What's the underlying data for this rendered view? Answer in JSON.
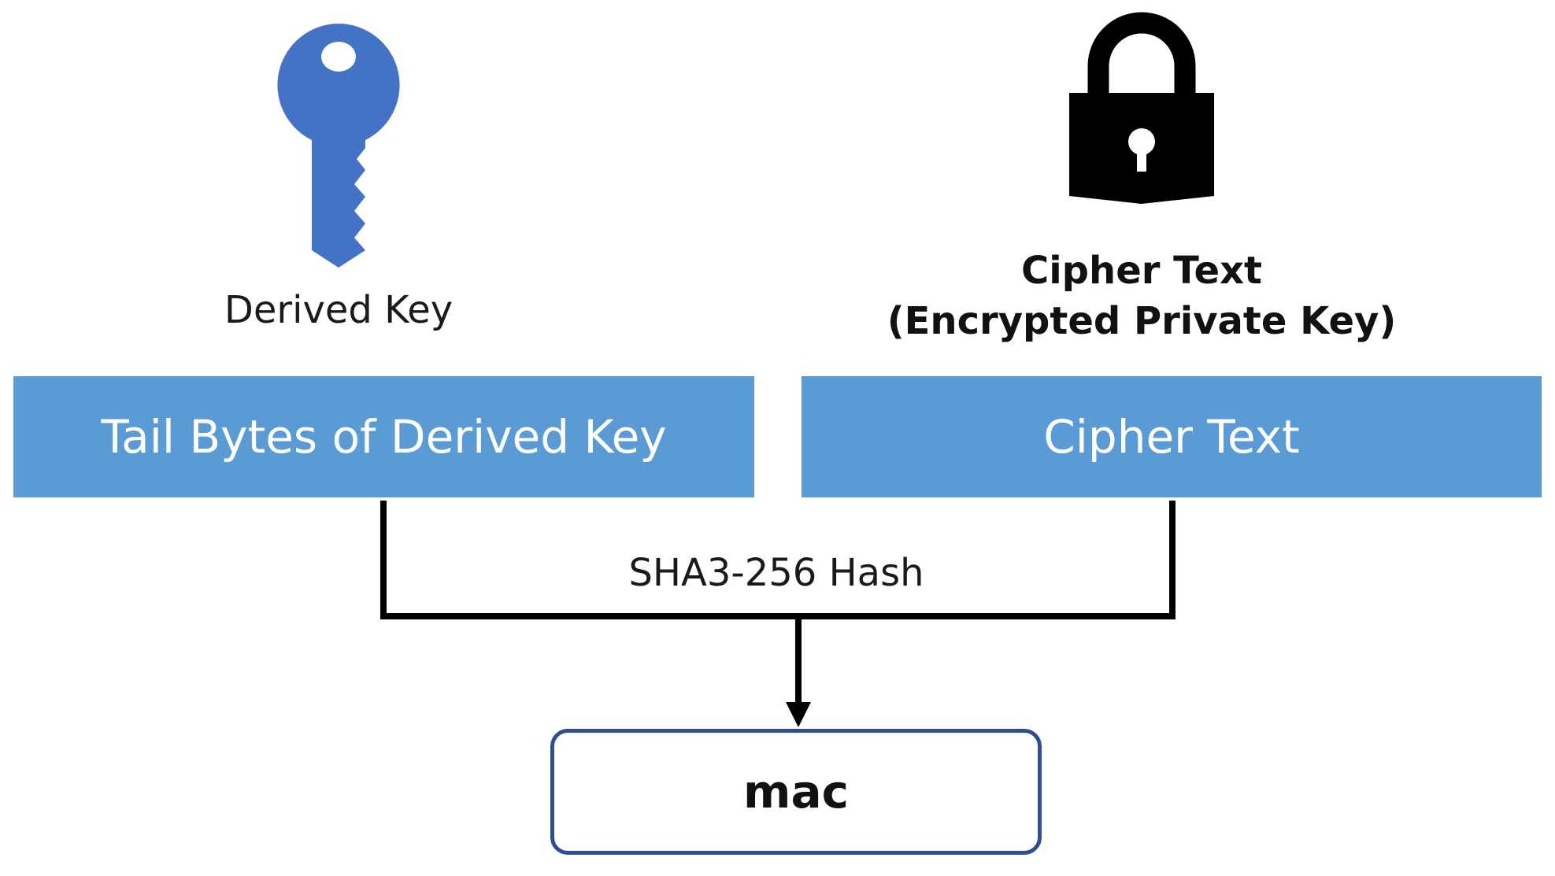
{
  "colors": {
    "key_icon": "#4472c4",
    "lock_icon": "#000000",
    "bar_fill": "#5b9bd5",
    "bar_text": "#ffffff",
    "mac_border": "#2e4f8f",
    "connector": "#000000"
  },
  "icons": {
    "left": "key-icon",
    "right": "lock-icon"
  },
  "derived_key": {
    "label": "Derived Key"
  },
  "cipher_text": {
    "label_line1": "Cipher Text",
    "label_line2": "(Encrypted Private Key)"
  },
  "bars": {
    "left": "Tail Bytes of Derived Key",
    "right": "Cipher Text"
  },
  "hash": {
    "label": "SHA3-256 Hash"
  },
  "output": {
    "label": "mac"
  }
}
